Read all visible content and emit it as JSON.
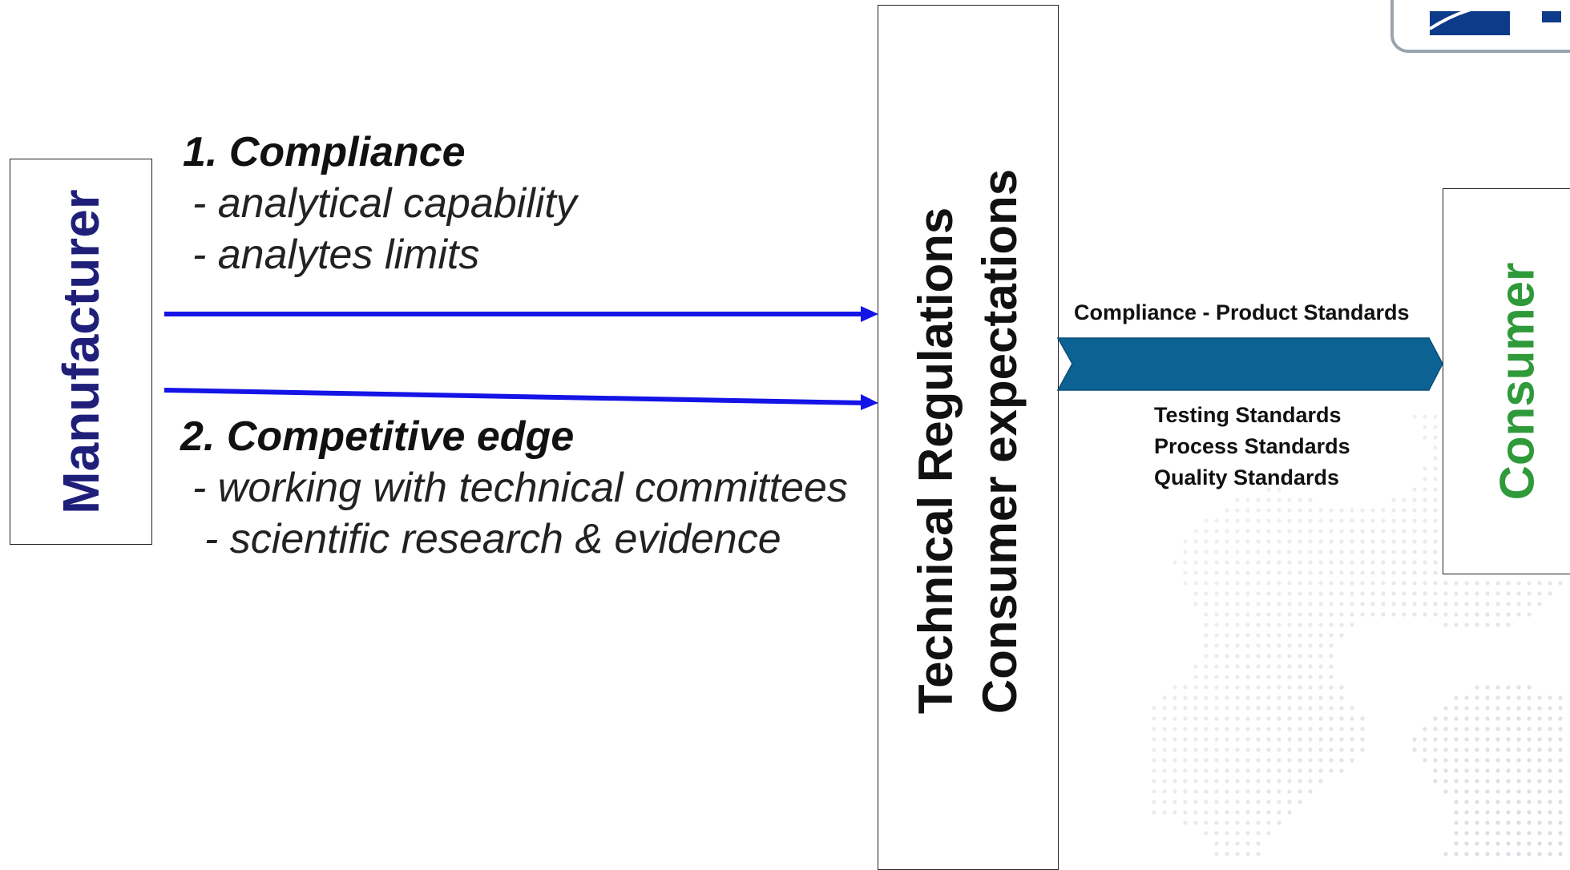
{
  "manufacturer": {
    "label": "Manufacturer"
  },
  "consumer": {
    "label": "Consumer"
  },
  "regulation": {
    "line1": "Technical Regulations",
    "line2": "Consumer expectations"
  },
  "path1": {
    "heading": "1. Compliance",
    "bullets": [
      "- analytical capability",
      "- analytes limits"
    ]
  },
  "path2": {
    "heading": "2. Competitive edge",
    "bullets": [
      "- working with technical committees",
      "- scientific research & evidence"
    ]
  },
  "flow": {
    "top_label": "Compliance - Product Standards",
    "bottom_labels": [
      "Testing Standards",
      "Process Standards",
      "Quality Standards"
    ]
  },
  "colors": {
    "arrow_blue": "#1414e6",
    "chevron_blue": "#0d6294",
    "manufacturer_text": "#1f1f7a",
    "consumer_text": "#2e9a3a"
  }
}
